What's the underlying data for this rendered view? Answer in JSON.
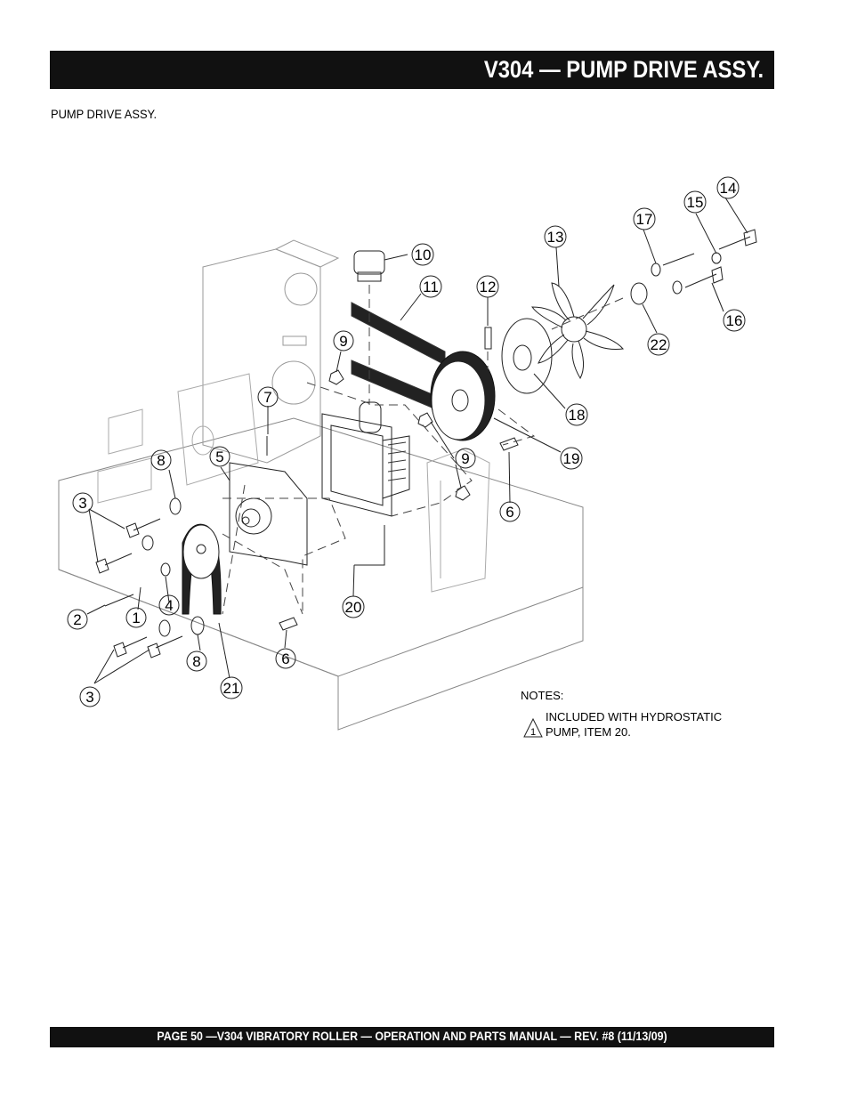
{
  "header": {
    "title": "V304 —  PUMP DRIVE ASSY."
  },
  "section": {
    "subtitle": "PUMP DRIVE ASSY."
  },
  "notes": {
    "heading": "NOTES:",
    "symbol": "1",
    "line1": "INCLUDED WITH HYDROSTATIC",
    "line2": "PUMP, ITEM 20."
  },
  "callouts": {
    "c1": "1",
    "c2": "2",
    "c3a": "3",
    "c3b": "3",
    "c4": "4",
    "c5": "5",
    "c6a": "6",
    "c6b": "6",
    "c7": "7",
    "c8a": "8",
    "c8b": "8",
    "c9a": "9",
    "c9b": "9",
    "c10": "10",
    "c11": "11",
    "c12": "12",
    "c13": "13",
    "c14": "14",
    "c15": "15",
    "c16": "16",
    "c17": "17",
    "c18": "18",
    "c19": "19",
    "c20": "20",
    "c21": "21",
    "c22": "22"
  },
  "footer": {
    "text": "PAGE 50 —V304  VIBRATORY ROLLER  — OPERATION AND PARTS MANUAL — REV. #8 (11/13/09)"
  }
}
